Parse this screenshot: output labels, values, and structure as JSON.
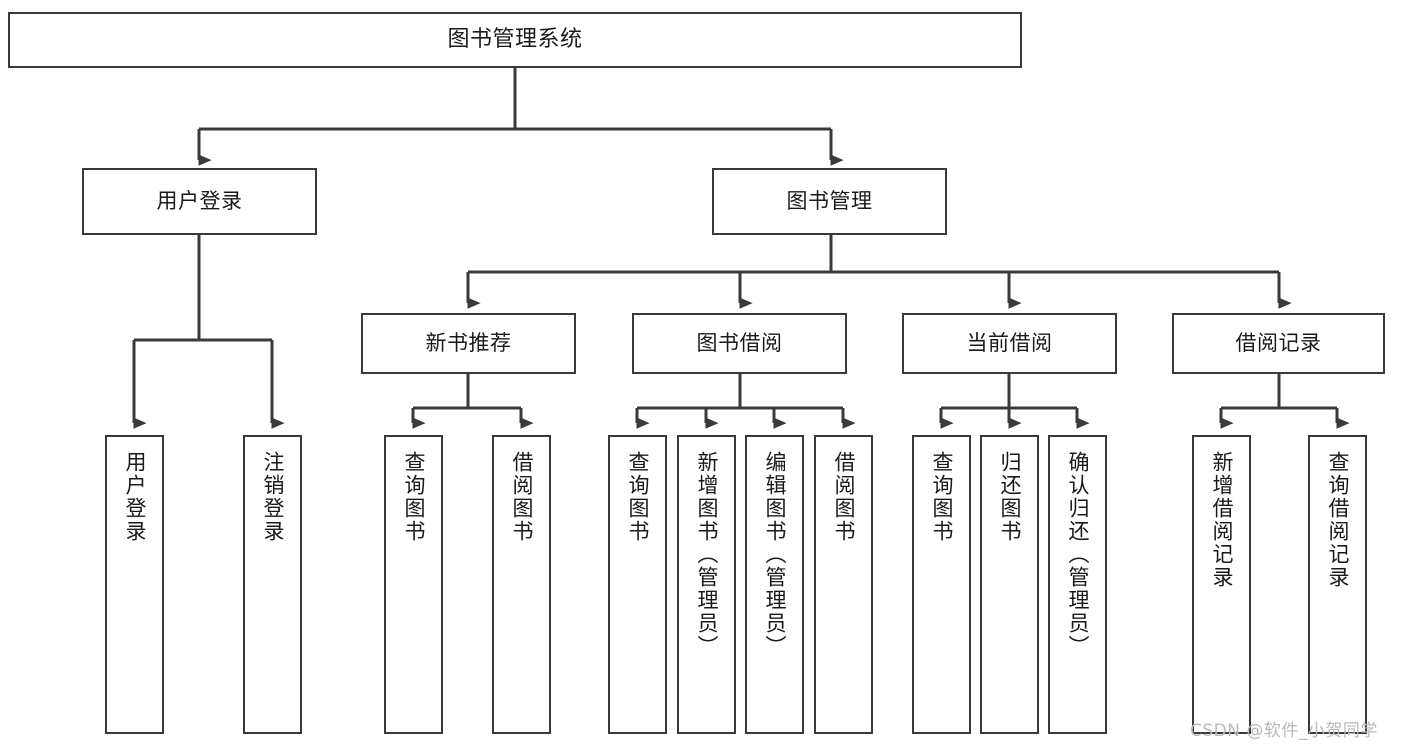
{
  "diagram": {
    "type": "tree",
    "title": "图书管理系统",
    "stroke_color": "#3a3a3a",
    "fill_color": "#ffffff",
    "text_color": "#1a1a1a",
    "root": {
      "label": "图书管理系统"
    },
    "level2": [
      {
        "label": "用户登录"
      },
      {
        "label": "图书管理"
      }
    ],
    "level3": [
      {
        "label": "新书推荐"
      },
      {
        "label": "图书借阅"
      },
      {
        "label": "当前借阅"
      },
      {
        "label": "借阅记录"
      }
    ],
    "leaves": {
      "user_login": [
        {
          "label": "用户登录"
        },
        {
          "label": "注销登录"
        }
      ],
      "new_book": [
        {
          "label": "查询图书"
        },
        {
          "label": "借阅图书"
        }
      ],
      "book_borrow": [
        {
          "label": "查询图书"
        },
        {
          "label": "新增图书（管理员）"
        },
        {
          "label": "编辑图书（管理员）"
        },
        {
          "label": "借阅图书"
        }
      ],
      "current_borrow": [
        {
          "label": "查询图书"
        },
        {
          "label": "归还图书"
        },
        {
          "label": "确认归还（管理员）"
        }
      ],
      "borrow_record": [
        {
          "label": "新增借阅记录"
        },
        {
          "label": "查询借阅记录"
        }
      ]
    }
  },
  "watermark": {
    "text": "CSDN @软件_小贺同学",
    "color": "#b9b9b9"
  }
}
